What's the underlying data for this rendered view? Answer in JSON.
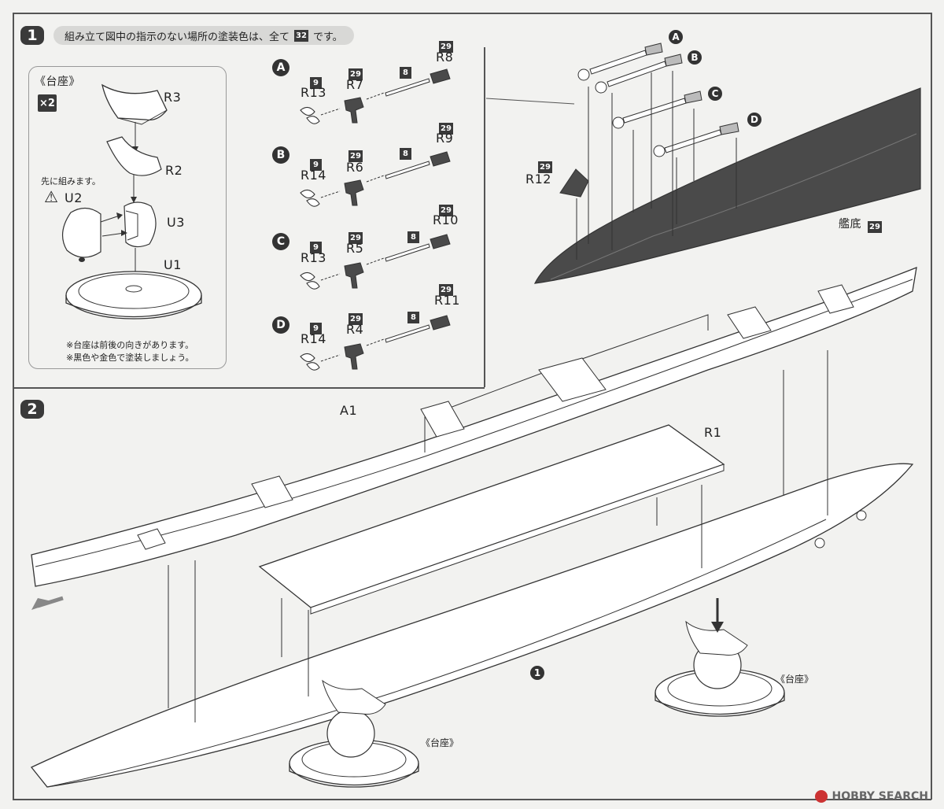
{
  "step1": {
    "badge": "1",
    "note_pre": "組み立て図中の指示のない場所の塗装色は、全て",
    "note_color": "32",
    "note_post": "です。"
  },
  "base_panel": {
    "title": "《台座》",
    "multiplier": "×2",
    "pre_assemble": "先に組みます。",
    "parts": [
      "R3",
      "R2",
      "U2",
      "U3",
      "U1"
    ],
    "note1": "※台座は前後の向きがあります。",
    "note2": "※黒色や金色で塗装しましょう。"
  },
  "shaft_groups": [
    {
      "letter": "A",
      "prop": "R13",
      "prop_color": "9",
      "strut": "R7",
      "strut_color": "29",
      "shaft_color": "8",
      "rudder": "R8",
      "rudder_color": "29"
    },
    {
      "letter": "B",
      "prop": "R14",
      "prop_color": "9",
      "strut": "R6",
      "strut_color": "29",
      "shaft_color": "8",
      "rudder": "R9",
      "rudder_color": "29"
    },
    {
      "letter": "C",
      "prop": "R13",
      "prop_color": "9",
      "strut": "R5",
      "strut_color": "29",
      "shaft_color": "8",
      "rudder": "R10",
      "rudder_color": "29"
    },
    {
      "letter": "D",
      "prop": "R14",
      "prop_color": "9",
      "strut": "R4",
      "strut_color": "29",
      "shaft_color": "8",
      "rudder": "R11",
      "rudder_color": "29"
    }
  ],
  "hull_bottom": {
    "label": "艦底",
    "color": "29",
    "rudder_part": "R12",
    "rudder_color": "29",
    "letters": [
      "A",
      "B",
      "C",
      "D"
    ]
  },
  "step2": {
    "badge": "2",
    "deck_part": "A1",
    "deck2_part": "R1",
    "sub_ref": "1",
    "base_label_right": "《台座》",
    "base_label_left": "《台座》"
  },
  "watermark": "HOBBY SEARCH",
  "colors": {
    "dark_fill": "#4a4a4a",
    "line": "#333333",
    "paper": "#f2f2f0"
  }
}
